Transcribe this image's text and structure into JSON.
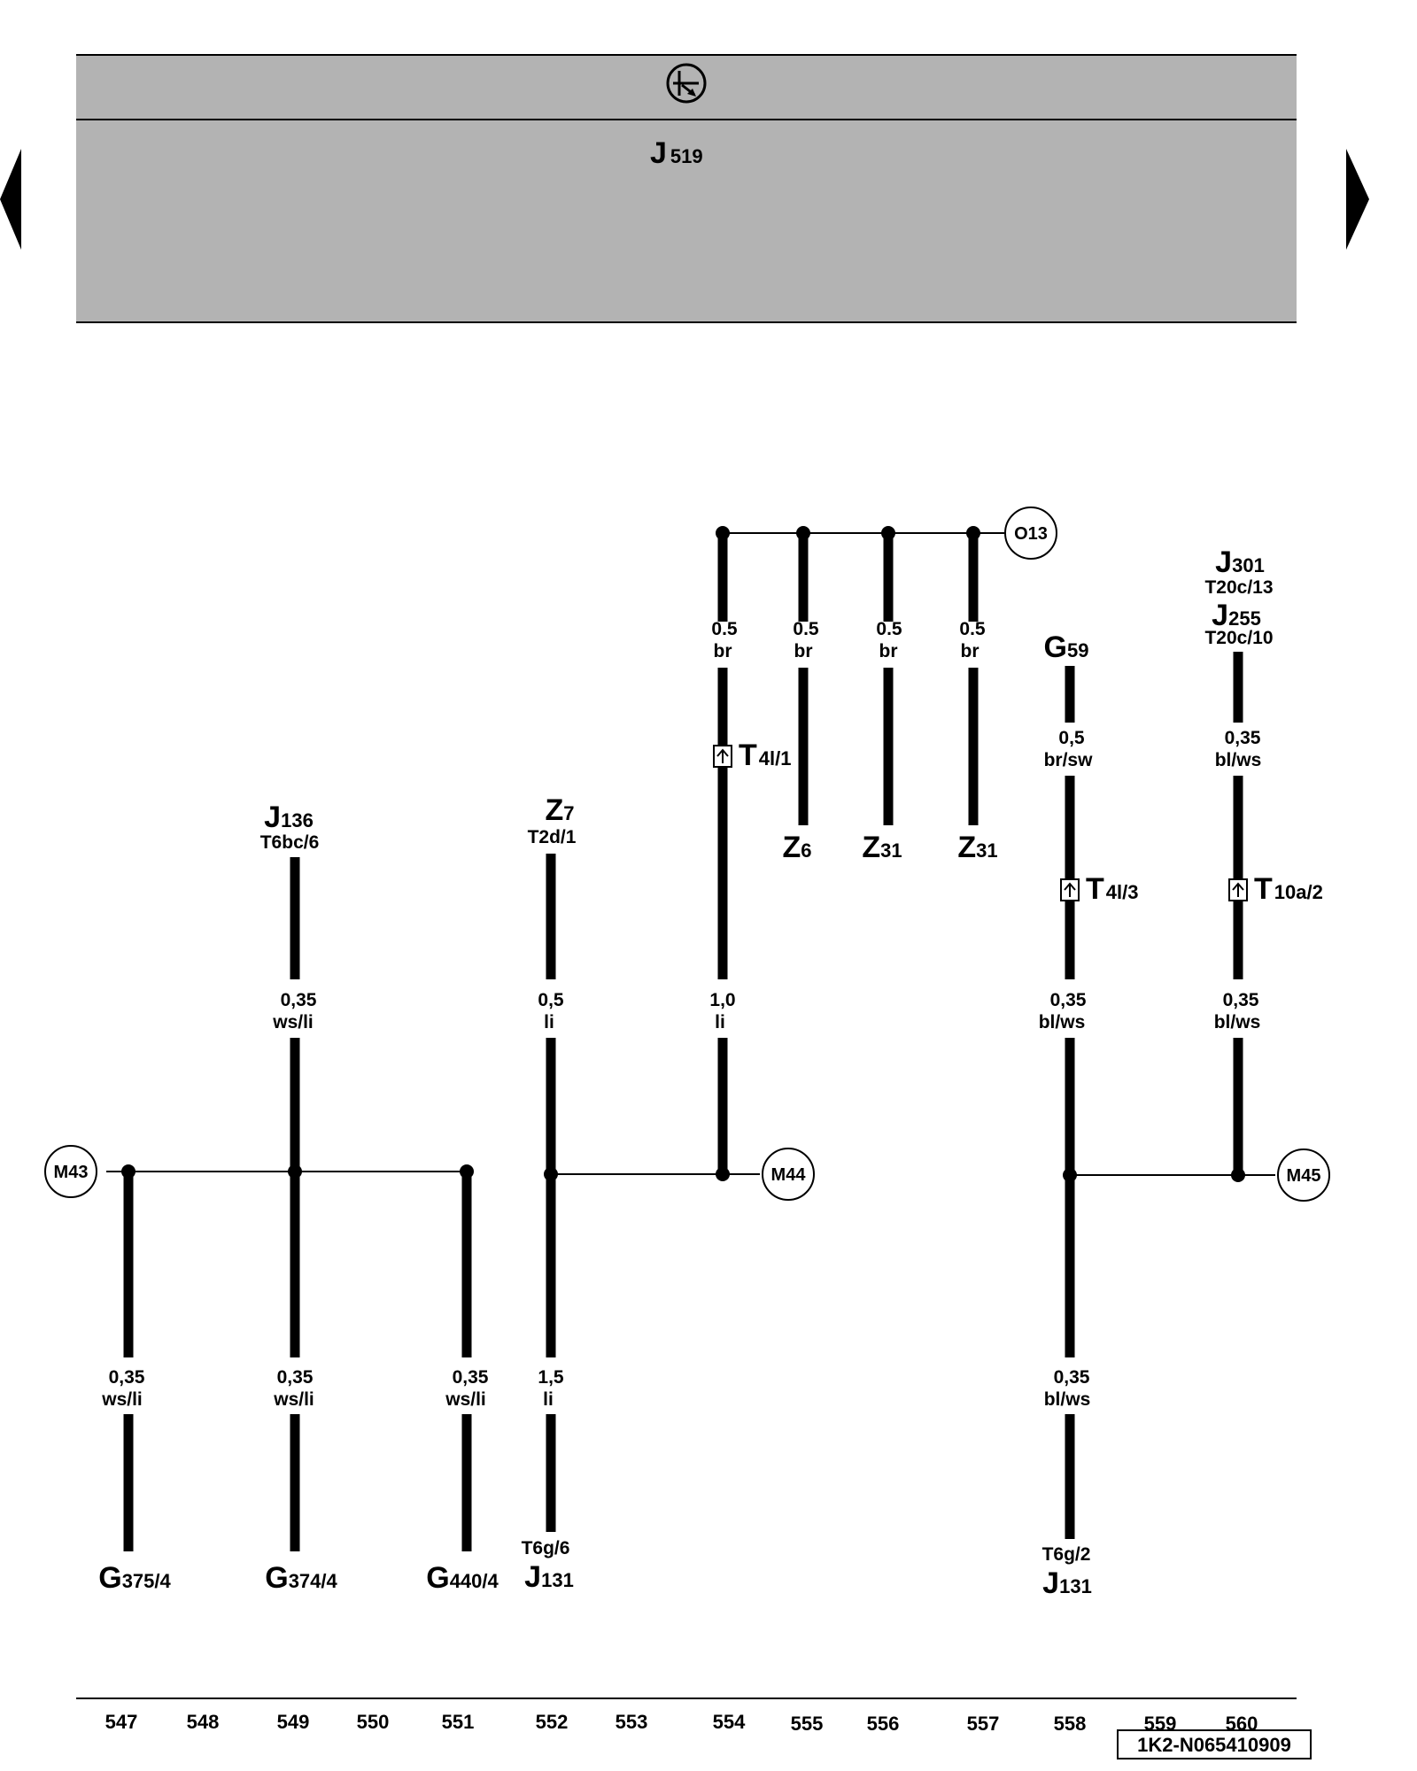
{
  "header": {
    "control_unit": "J",
    "control_unit_sub": "519"
  },
  "connection_points": {
    "o13": "O13",
    "m43": "M43",
    "m44": "M44",
    "m45": "M45"
  },
  "wires": [
    {
      "id": "w554a",
      "size": "0.5",
      "color": "br"
    },
    {
      "id": "w555",
      "size": "0.5",
      "color": "br"
    },
    {
      "id": "w556",
      "size": "0.5",
      "color": "br"
    },
    {
      "id": "w557",
      "size": "0.5",
      "color": "br"
    },
    {
      "id": "w558a",
      "size": "0,5",
      "color": "br/sw"
    },
    {
      "id": "w560a",
      "size": "0,35",
      "color": "bl/ws"
    },
    {
      "id": "w549a",
      "size": "0,35",
      "color": "ws/li"
    },
    {
      "id": "w552a",
      "size": "0,5",
      "color": "li"
    },
    {
      "id": "w554b",
      "size": "1,0",
      "color": "li"
    },
    {
      "id": "w558b",
      "size": "0,35",
      "color": "bl/ws"
    },
    {
      "id": "w560b",
      "size": "0,35",
      "color": "bl/ws"
    },
    {
      "id": "w547",
      "size": "0,35",
      "color": "ws/li"
    },
    {
      "id": "w549b",
      "size": "0,35",
      "color": "ws/li"
    },
    {
      "id": "w551",
      "size": "0,35",
      "color": "ws/li"
    },
    {
      "id": "w552b",
      "size": "1,5",
      "color": "li"
    },
    {
      "id": "w558c",
      "size": "0,35",
      "color": "bl/ws"
    }
  ],
  "connectors": {
    "t4l1": {
      "main": "T",
      "sub": "4l/1"
    },
    "t4l3": {
      "main": "T",
      "sub": "4l/3"
    },
    "t10a2": {
      "main": "T",
      "sub": "10a/2"
    }
  },
  "components": {
    "j301": {
      "main": "J",
      "sub": "301"
    },
    "j301_pin": "T20c/13",
    "j255": {
      "main": "J",
      "sub": "255"
    },
    "j255_pin": "T20c/10",
    "g59": {
      "main": "G",
      "sub": "59"
    },
    "z6": {
      "main": "Z",
      "sub": "6"
    },
    "z31a": {
      "main": "Z",
      "sub": "31"
    },
    "z31b": {
      "main": "Z",
      "sub": "31"
    },
    "j136": {
      "main": "J",
      "sub": "136"
    },
    "j136_pin": "T6bc/6",
    "z7": {
      "main": "Z",
      "sub": "7"
    },
    "z7_pin": "T2d/1",
    "g375": {
      "main": "G",
      "sub": "375/4"
    },
    "g374": {
      "main": "G",
      "sub": "374/4"
    },
    "g440": {
      "main": "G",
      "sub": "440/4"
    },
    "j131a": {
      "main": "J",
      "sub": "131"
    },
    "j131a_pin": "T6g/6",
    "j131b": {
      "main": "J",
      "sub": "131"
    },
    "j131b_pin": "T6g/2"
  },
  "footer": {
    "track_numbers": [
      "547",
      "548",
      "549",
      "550",
      "551",
      "552",
      "553",
      "554",
      "555",
      "556",
      "557",
      "558",
      "559",
      "560"
    ],
    "diagram_code": "1K2-N065410909"
  }
}
